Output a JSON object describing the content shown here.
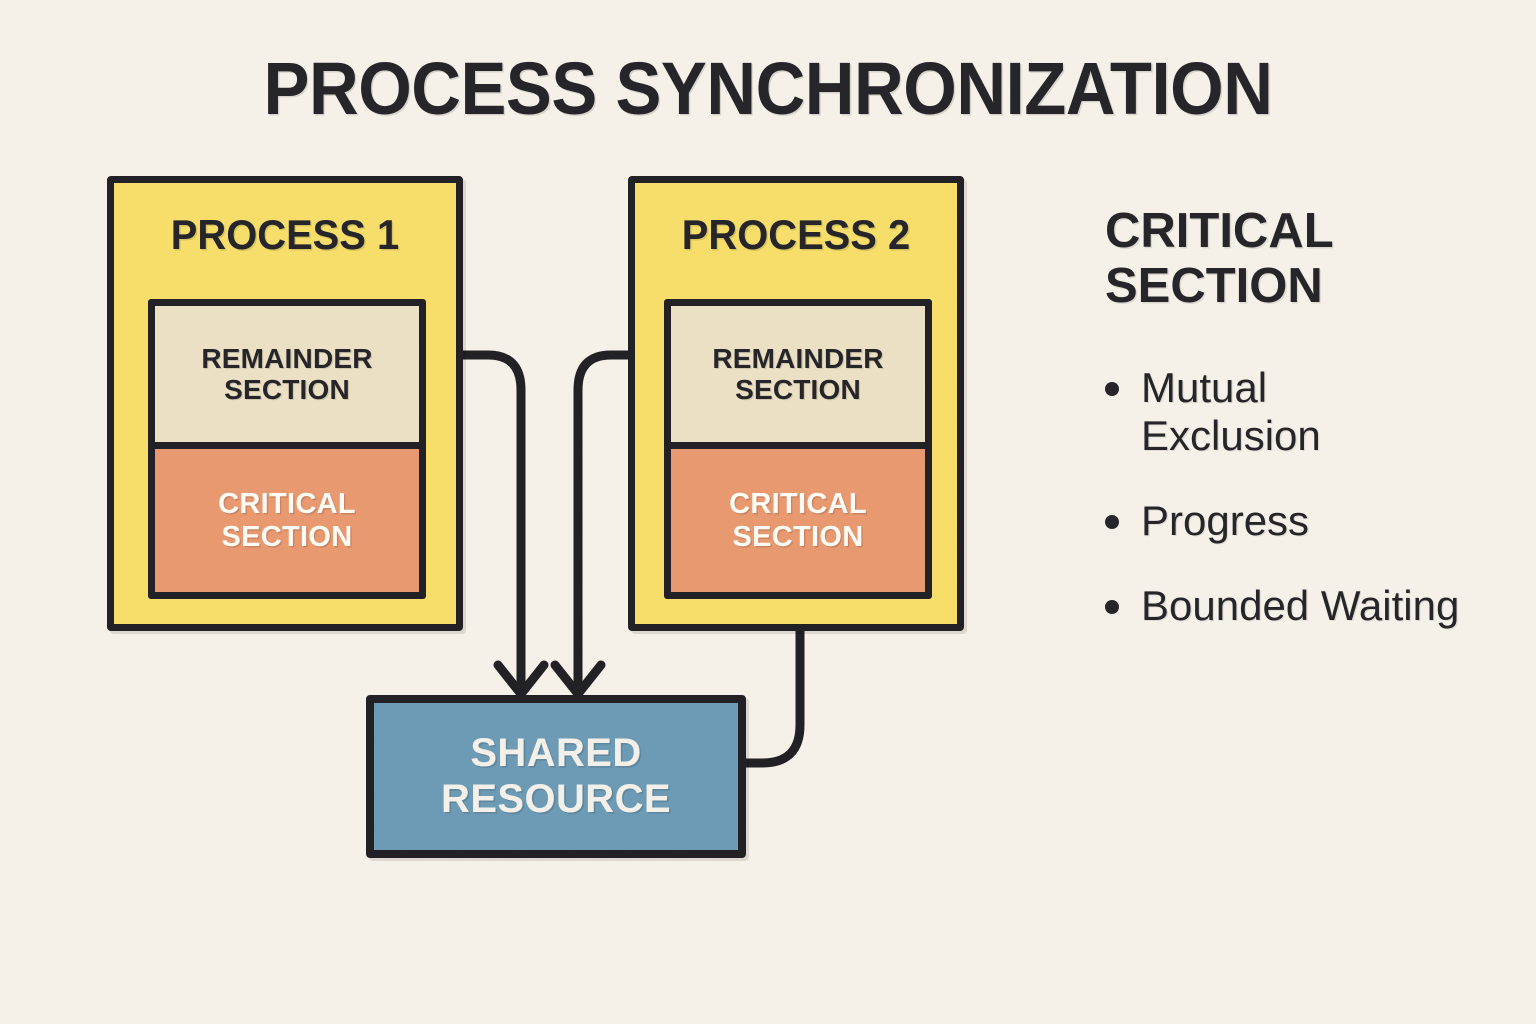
{
  "diagram": {
    "title": "PROCESS SYNCHRONIZATION",
    "background_color": "#F5F1E8",
    "stroke_color": "#222226"
  },
  "processes": [
    {
      "id": "process-1",
      "title": "PROCESS 1",
      "box_color": "#F7DE6B",
      "sections": [
        {
          "label": "REMAINDER SECTION",
          "color": "#EBE0C4",
          "text_color": "#26262A"
        },
        {
          "label": "CRITICAL SECTION",
          "color": "#E9996F",
          "text_color": "#FDFBF6"
        }
      ]
    },
    {
      "id": "process-2",
      "title": "PROCESS 2",
      "box_color": "#F7DE6B",
      "sections": [
        {
          "label": "REMAINDER SECTION",
          "color": "#EBE0C4",
          "text_color": "#26262A"
        },
        {
          "label": "CRITICAL SECTION",
          "color": "#E9996F",
          "text_color": "#FDFBF6"
        }
      ]
    }
  ],
  "shared_resource": {
    "label": "SHARED RESOURCE",
    "color": "#6D9AB5",
    "text_color": "#F2F0E8"
  },
  "side_panel": {
    "heading": "CRITICAL SECTION",
    "bullets": [
      {
        "label": "Mutual Exclusion"
      },
      {
        "label": "Progress"
      },
      {
        "label": "Bounded Waiting"
      }
    ]
  },
  "connectors": [
    {
      "name": "process-1-to-shared-resource",
      "arrow": true
    },
    {
      "name": "process-2-to-shared-resource",
      "arrow": true
    },
    {
      "name": "shared-resource-to-process-2",
      "arrow": false
    }
  ]
}
